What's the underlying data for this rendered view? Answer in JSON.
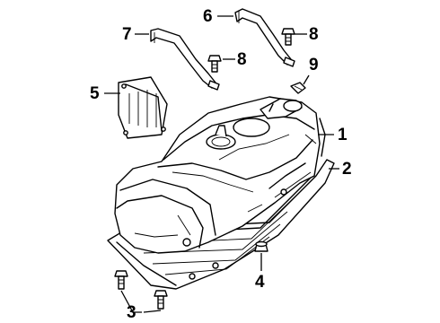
{
  "callouts": {
    "c1": "1",
    "c2": "2",
    "c3": "3",
    "c4": "4",
    "c5": "5",
    "c6": "6",
    "c7": "7",
    "c8a": "8",
    "c8b": "8",
    "c9": "9"
  }
}
